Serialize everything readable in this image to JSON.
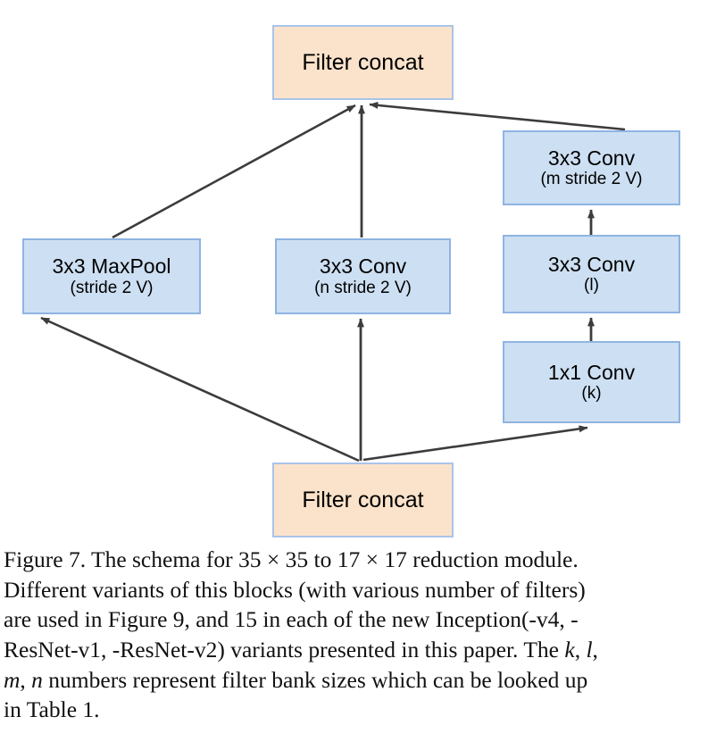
{
  "figure": {
    "type": "diagram",
    "title": "Figure 7 — Inception reduction module schema",
    "colors": {
      "concat_fill": "#fbe3cb",
      "concat_border": "#a9c4e8",
      "conv_fill": "#cddff2",
      "conv_border": "#8fb4e3",
      "arrow": "#3c3c3c",
      "text": "#000000"
    },
    "nodes": [
      {
        "id": "top-concat",
        "kind": "concat",
        "line1": "Filter concat",
        "line2": ""
      },
      {
        "id": "conv-m",
        "kind": "conv",
        "line1": "3x3 Conv",
        "line2": "(m stride 2 V)"
      },
      {
        "id": "maxpool",
        "kind": "pool",
        "line1": "3x3 MaxPool",
        "line2": "(stride 2 V)"
      },
      {
        "id": "conv-n",
        "kind": "conv",
        "line1": "3x3 Conv",
        "line2": "(n stride 2 V)"
      },
      {
        "id": "conv-l",
        "kind": "conv",
        "line1": "3x3 Conv",
        "line2": "(l)"
      },
      {
        "id": "conv-k",
        "kind": "conv",
        "line1": "1x1 Conv",
        "line2": "(k)"
      },
      {
        "id": "bottom-concat",
        "kind": "concat",
        "line1": "Filter concat",
        "line2": ""
      }
    ],
    "edges": [
      {
        "from": "bottom-concat",
        "to": "maxpool"
      },
      {
        "from": "bottom-concat",
        "to": "conv-n"
      },
      {
        "from": "bottom-concat",
        "to": "conv-k"
      },
      {
        "from": "conv-k",
        "to": "conv-l"
      },
      {
        "from": "conv-l",
        "to": "conv-m"
      },
      {
        "from": "maxpool",
        "to": "top-concat"
      },
      {
        "from": "conv-n",
        "to": "top-concat"
      },
      {
        "from": "conv-m",
        "to": "top-concat"
      }
    ]
  },
  "caption": {
    "line1_a": "Figure 7. The schema for ",
    "line1_dim1": "35 × 35",
    "line1_b": " to ",
    "line1_dim2": "17 × 17",
    "line1_c": " reduction module.",
    "line2": "Different variants of this blocks (with various number of filters)",
    "line3": "are used in Figure 9, and 15 in each of the new Inception(-v4, -",
    "line4_a": "ResNet-v1, -ResNet-v2) variants presented in this paper. The ",
    "line4_k": "k",
    "line4_comma1": ", ",
    "line4_l": "l",
    "line4_comma2": ",",
    "line5_m": "m",
    "line5_comma": ", ",
    "line5_n": "n",
    "line5_rest": " numbers represent filter bank sizes which can be looked up",
    "line6": "in Table 1."
  }
}
